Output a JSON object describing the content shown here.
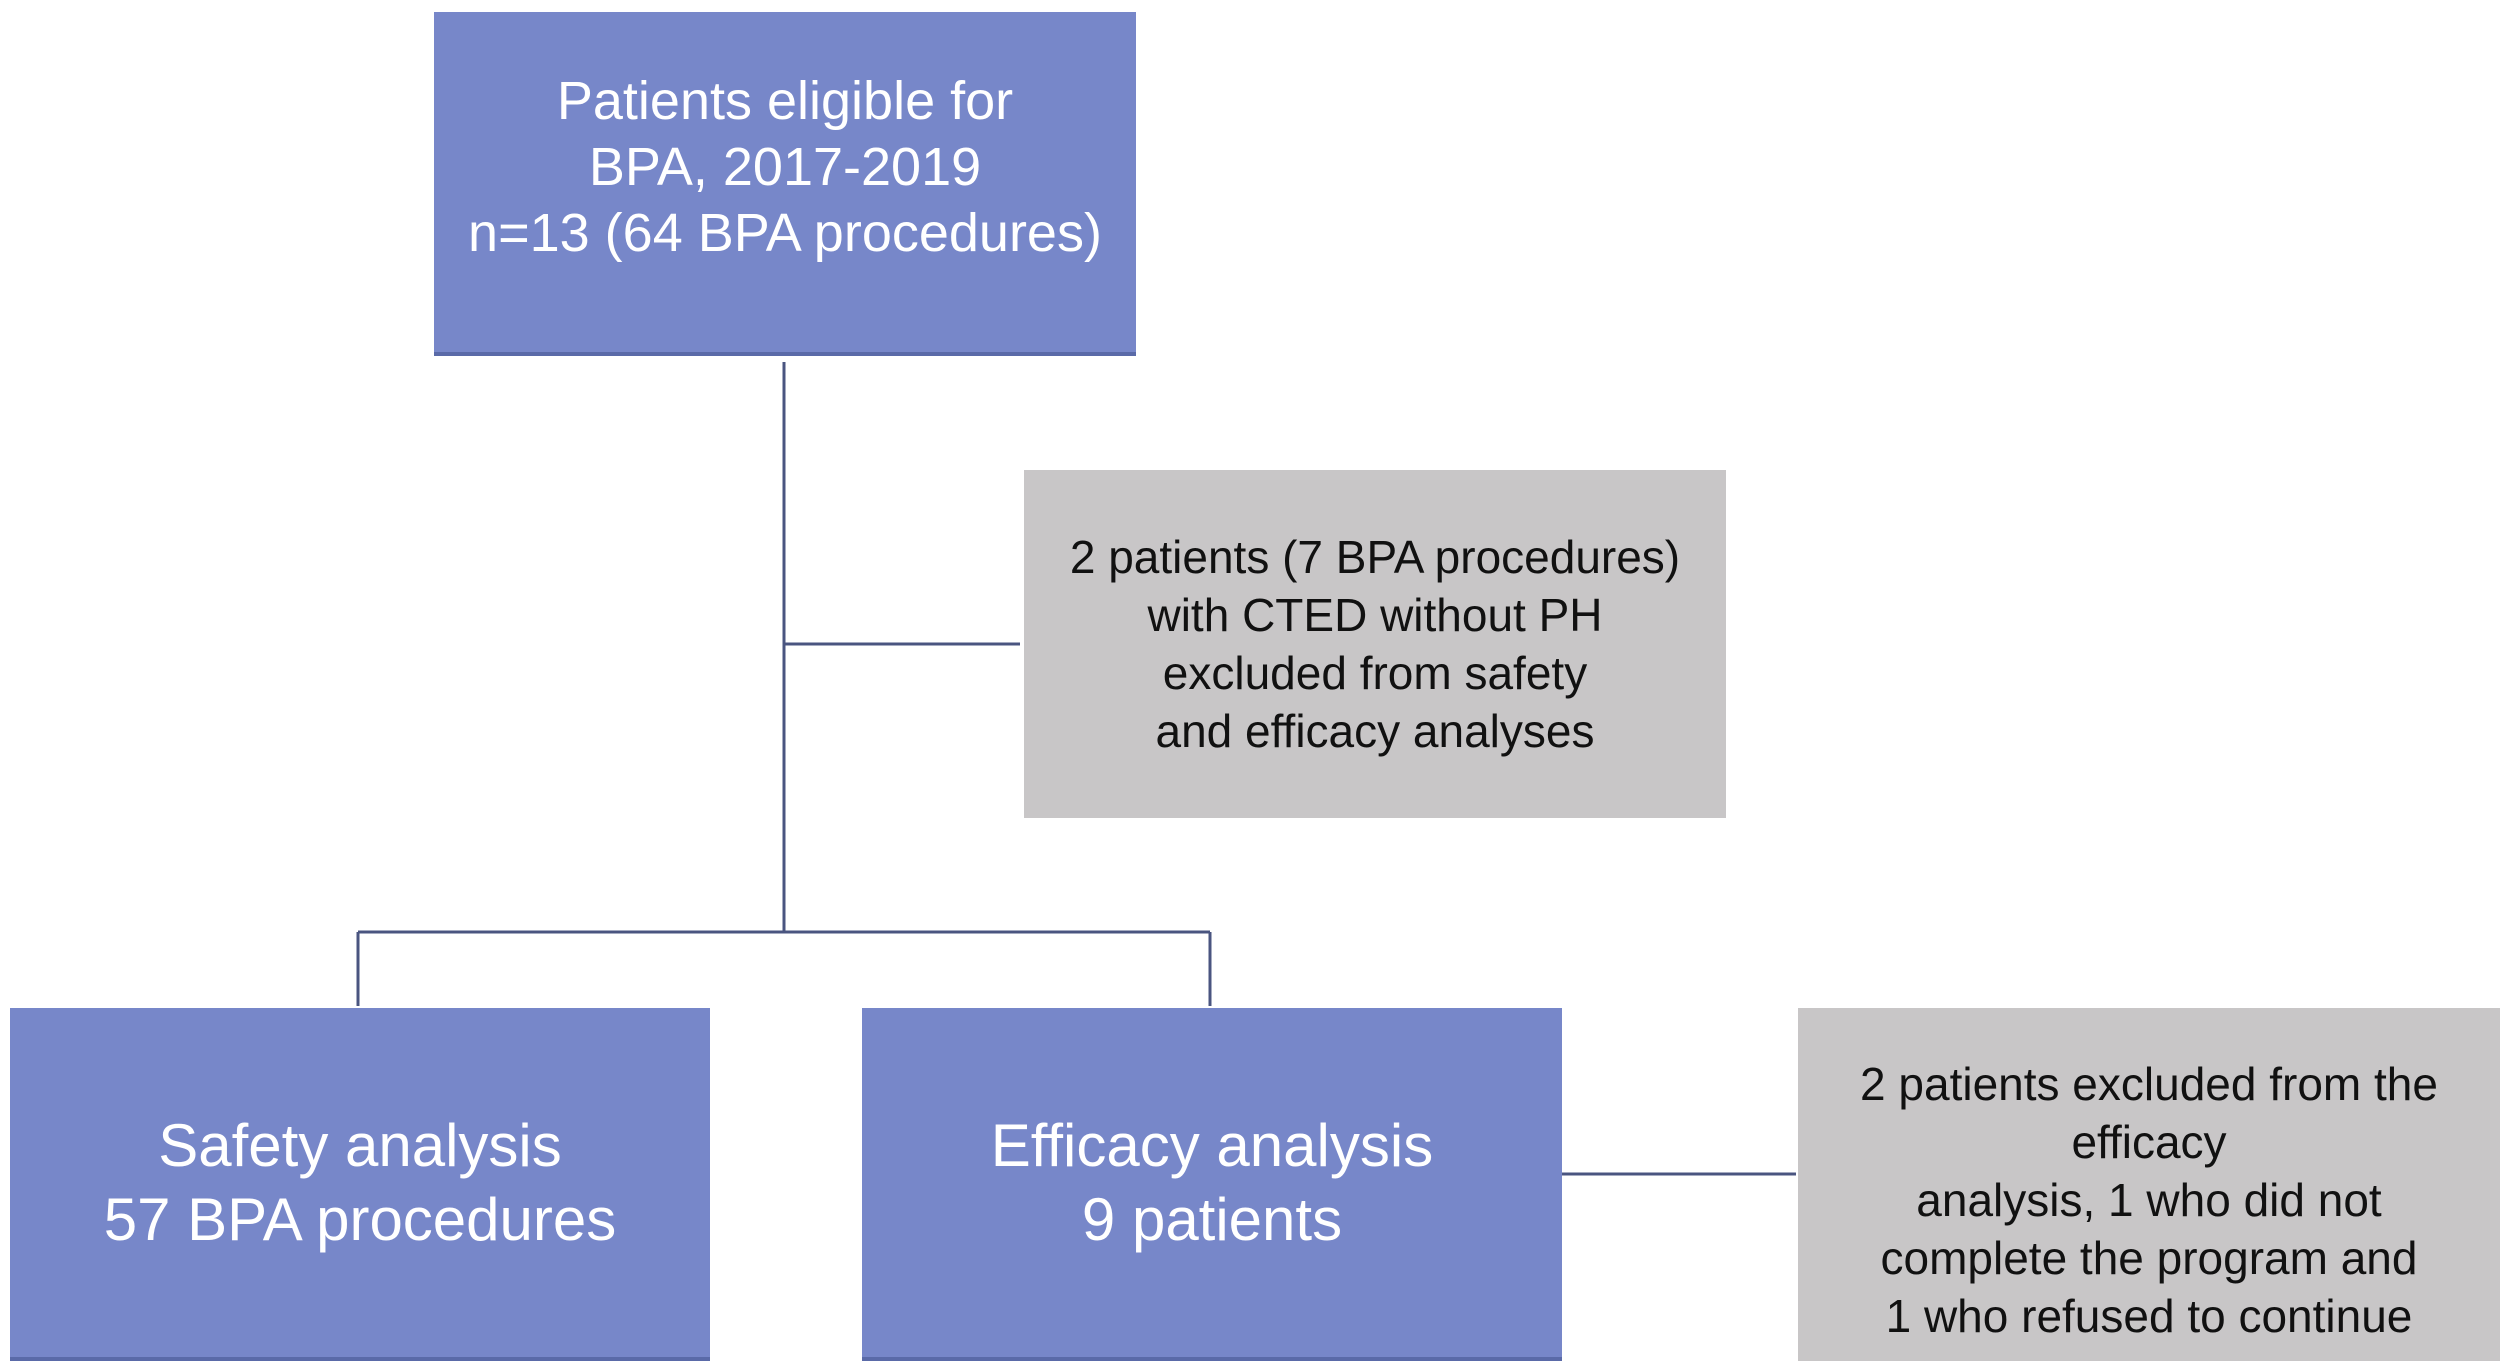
{
  "flowchart": {
    "eligible": {
      "lines": [
        "Patients eligible for",
        "BPA, 2017-2019",
        "n=13 (64 BPA procedures)"
      ]
    },
    "excluded_cted": {
      "lines": [
        "2 patients (7 BPA procedures)",
        "with CTED without PH",
        "excluded from safety",
        "and efficacy analyses"
      ]
    },
    "safety": {
      "lines": [
        "Safety analysis",
        "57 BPA procedures"
      ]
    },
    "efficacy": {
      "lines": [
        "Efficacy analysis",
        "9 patients"
      ]
    },
    "excluded_efficacy": {
      "lines": [
        "2 patients excluded from the",
        "efficacy",
        "analysis, 1 who did not",
        "complete the program and",
        "1 who refused to continue"
      ]
    }
  },
  "colors": {
    "primary_box": "#7787c9",
    "secondary_box": "#c8c6c7",
    "connector": "#4a5580"
  }
}
